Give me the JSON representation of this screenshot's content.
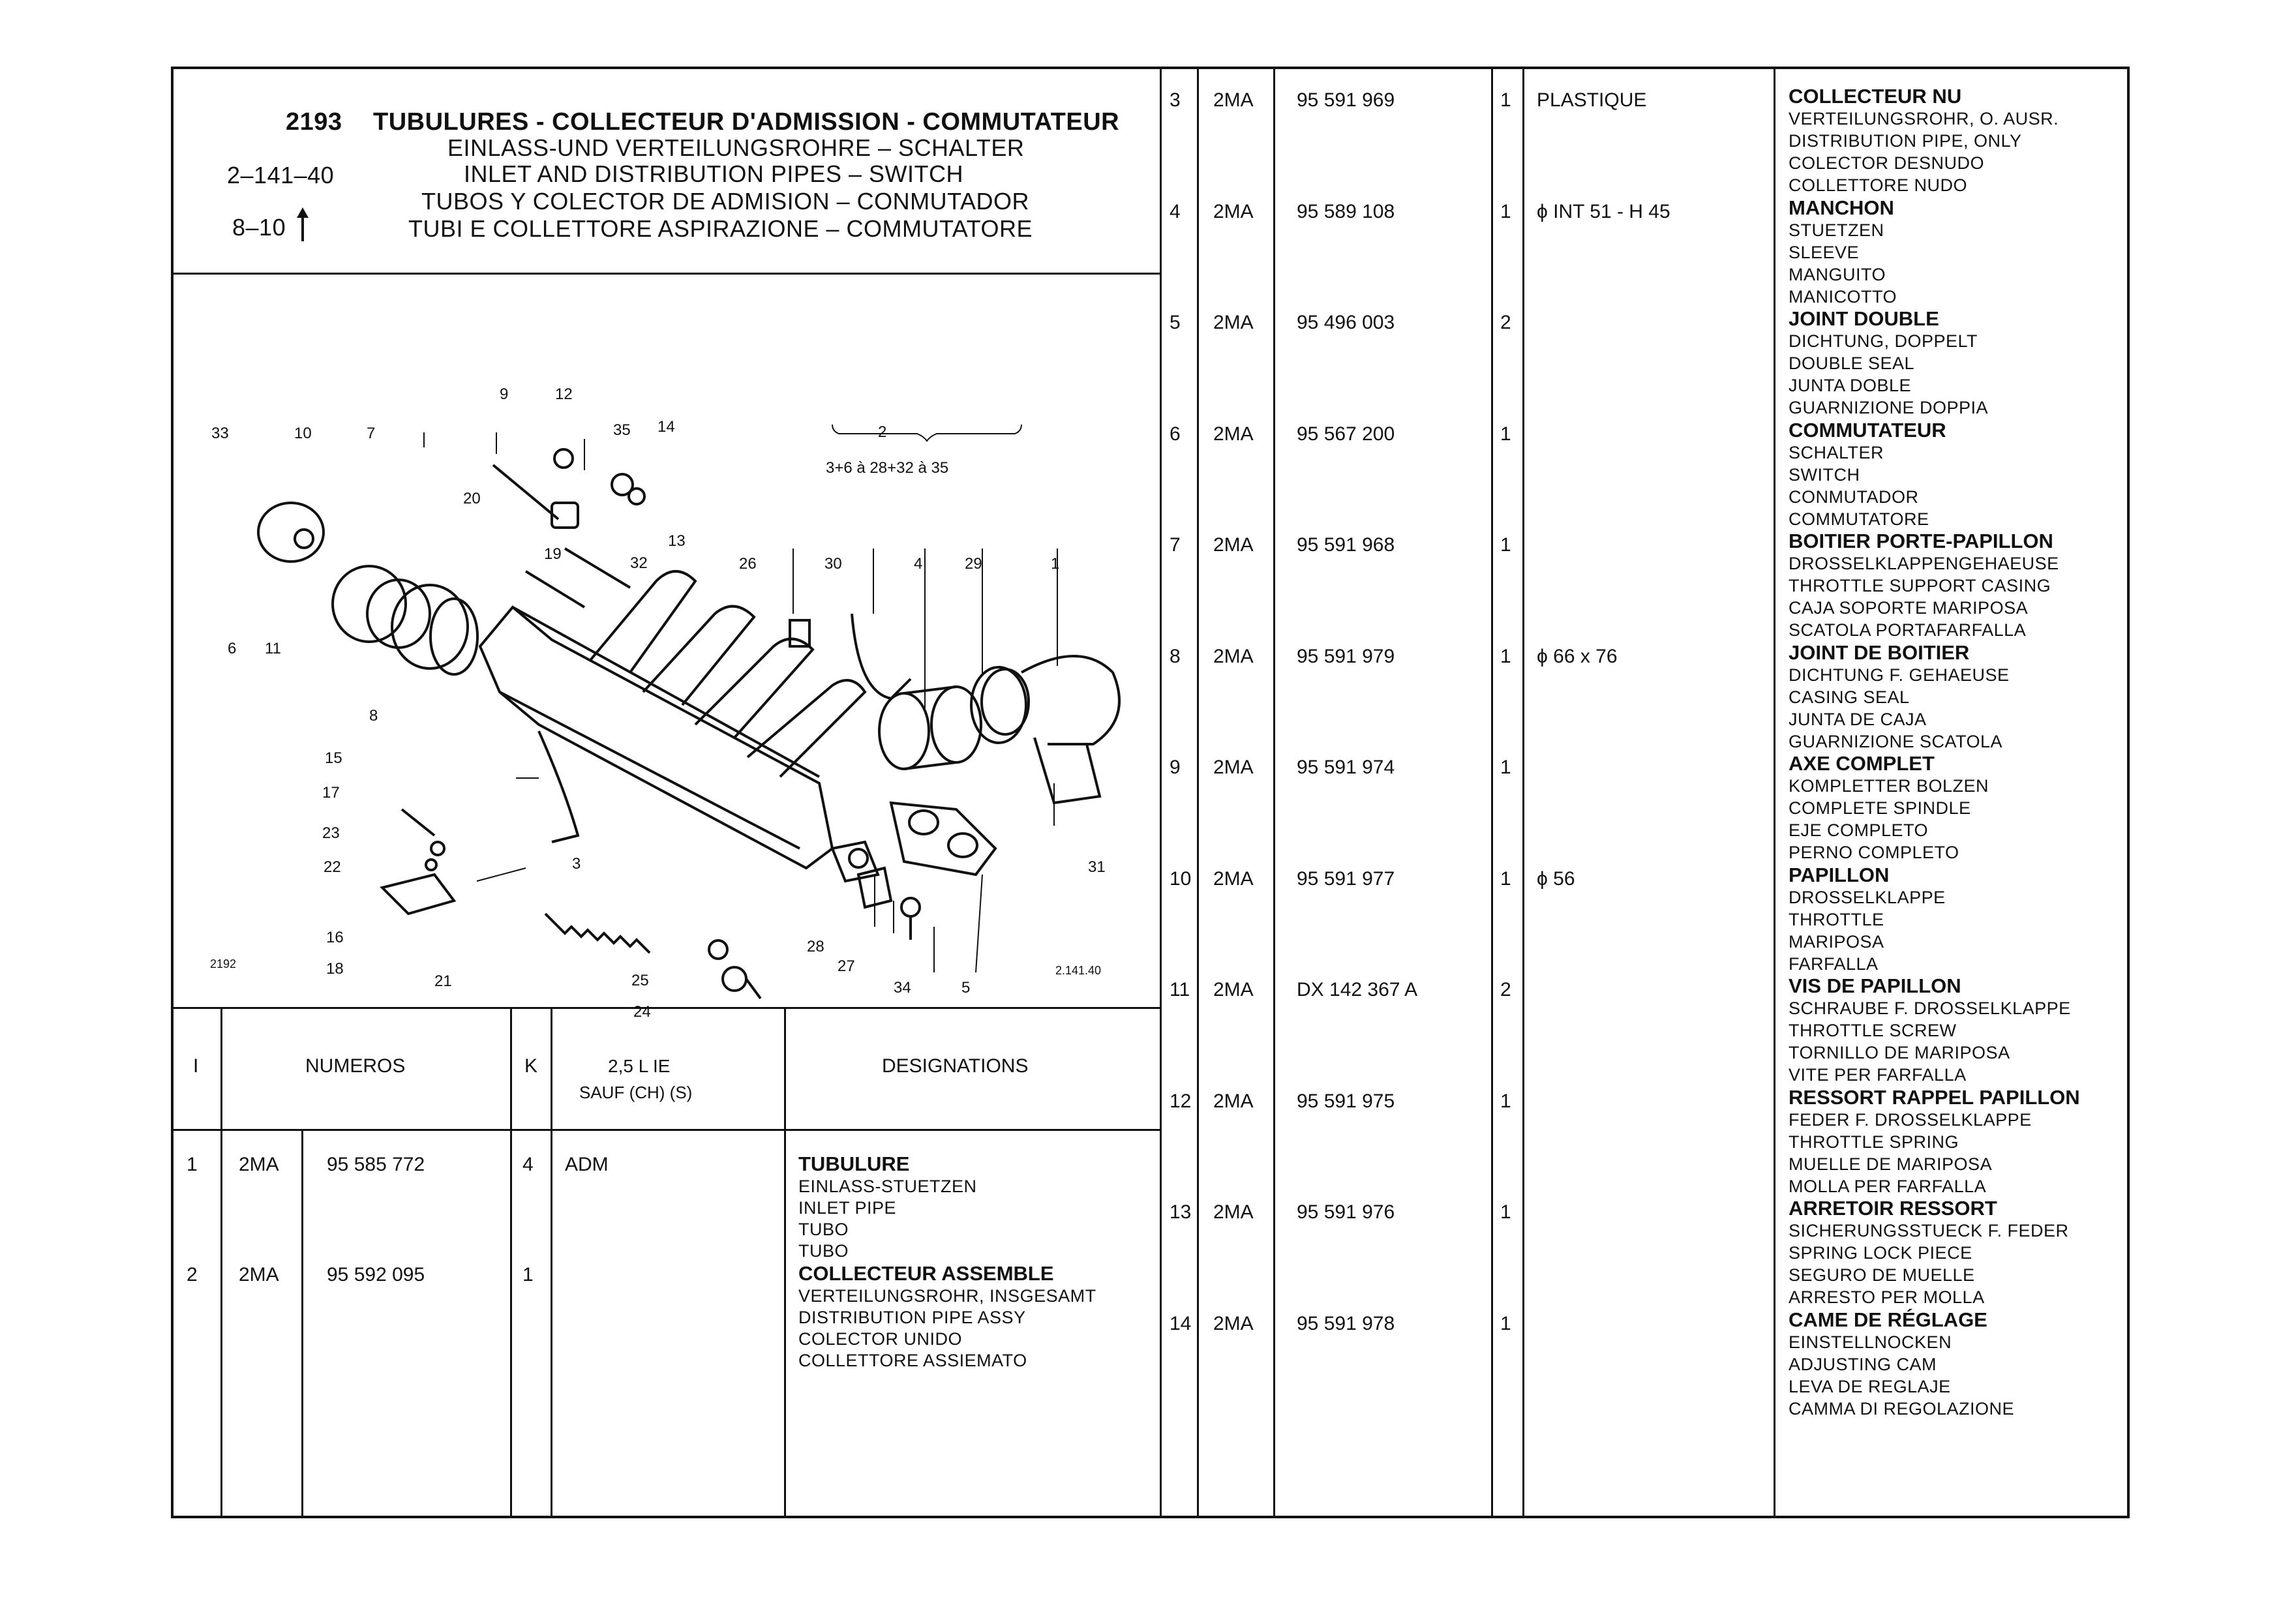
{
  "header": {
    "page_number": "2193",
    "ref_code": "2–141–40",
    "range_ref": "8–10",
    "range_arrow": "up-arrow",
    "titles": [
      "TUBULURES - COLLECTEUR D'ADMISSION - COMMUTATEUR",
      "EINLASS-UND VERTEILUNGSROHRE – SCHALTER",
      "INLET AND DISTRIBUTION PIPES – SWITCH",
      "TUBOS Y COLECTOR DE ADMISION – CONMUTADOR",
      "TUBI E COLLETTORE ASPIRAZIONE – COMMUTATORE"
    ]
  },
  "diagram": {
    "image_code": "2192",
    "drawing_ref": "2.141.40",
    "group_label": "2",
    "group_range": "3+6 à 28+32 à 35",
    "callouts": [
      "33",
      "10",
      "7",
      "9",
      "12",
      "35",
      "14",
      "2",
      "20",
      "13",
      "19",
      "32",
      "26",
      "30",
      "4",
      "29",
      "1",
      "6",
      "11",
      "8",
      "15",
      "17",
      "23",
      "22",
      "16",
      "18",
      "21",
      "3",
      "28",
      "27",
      "34",
      "5",
      "25",
      "24",
      "31"
    ]
  },
  "left_table": {
    "headers": {
      "item": "I",
      "numeros": "NUMEROS",
      "k": "K",
      "model_line1": "2,5 L IE",
      "model_line2": "SAUF (CH) (S)",
      "designations": "DESIGNATIONS"
    },
    "rows": [
      {
        "item": "1",
        "group": "2MA",
        "number": "95 585 772",
        "qty": "4",
        "note": "ADM",
        "designation": [
          "TUBULURE",
          "EINLASS-STUETZEN",
          "INLET PIPE",
          "TUBO",
          "TUBO"
        ]
      },
      {
        "item": "2",
        "group": "2MA",
        "number": "95 592 095",
        "qty": "1",
        "note": "",
        "designation": [
          "COLLECTEUR ASSEMBLE",
          "VERTEILUNGSROHR, INSGESAMT",
          "DISTRIBUTION PIPE ASSY",
          "COLECTOR UNIDO",
          "COLLETTORE ASSIEMATO"
        ]
      }
    ]
  },
  "right_table": {
    "rows": [
      {
        "item": "3",
        "group": "2MA",
        "number": "95 591 969",
        "qty": "1",
        "note": "PLASTIQUE",
        "designation": [
          "COLLECTEUR NU",
          "VERTEILUNGSROHR, O. AUSR.",
          "DISTRIBUTION PIPE, ONLY",
          "COLECTOR DESNUDO",
          "COLLETTORE NUDO"
        ]
      },
      {
        "item": "4",
        "group": "2MA",
        "number": "95 589 108",
        "qty": "1",
        "note": "ϕ INT 51 - H 45",
        "designation": [
          "MANCHON",
          "STUETZEN",
          "SLEEVE",
          "MANGUITO",
          "MANICOTTO"
        ]
      },
      {
        "item": "5",
        "group": "2MA",
        "number": "95 496 003",
        "qty": "2",
        "note": "",
        "designation": [
          "JOINT DOUBLE",
          "DICHTUNG, DOPPELT",
          "DOUBLE SEAL",
          "JUNTA DOBLE",
          "GUARNIZIONE DOPPIA"
        ]
      },
      {
        "item": "6",
        "group": "2MA",
        "number": "95 567 200",
        "qty": "1",
        "note": "",
        "designation": [
          "COMMUTATEUR",
          "SCHALTER",
          "SWITCH",
          "CONMUTADOR",
          "COMMUTATORE"
        ]
      },
      {
        "item": "7",
        "group": "2MA",
        "number": "95 591 968",
        "qty": "1",
        "note": "",
        "designation": [
          "BOITIER PORTE-PAPILLON",
          "DROSSELKLAPPENGEHAEUSE",
          "THROTTLE SUPPORT CASING",
          "CAJA SOPORTE MARIPOSA",
          "SCATOLA PORTAFARFALLA"
        ]
      },
      {
        "item": "8",
        "group": "2MA",
        "number": "95 591 979",
        "qty": "1",
        "note": "ϕ 66 x 76",
        "designation": [
          "JOINT DE BOITIER",
          "DICHTUNG F. GEHAEUSE",
          "CASING SEAL",
          "JUNTA DE CAJA",
          "GUARNIZIONE SCATOLA"
        ]
      },
      {
        "item": "9",
        "group": "2MA",
        "number": "95 591 974",
        "qty": "1",
        "note": "",
        "designation": [
          "AXE COMPLET",
          "KOMPLETTER BOLZEN",
          "COMPLETE SPINDLE",
          "EJE COMPLETO",
          "PERNO COMPLETO"
        ]
      },
      {
        "item": "10",
        "group": "2MA",
        "number": "95 591 977",
        "qty": "1",
        "note": "ϕ 56",
        "designation": [
          "PAPILLON",
          "DROSSELKLAPPE",
          "THROTTLE",
          "MARIPOSA",
          "FARFALLA"
        ]
      },
      {
        "item": "11",
        "group": "2MA",
        "number": "DX 142 367 A",
        "qty": "2",
        "note": "",
        "designation": [
          "VIS DE PAPILLON",
          "SCHRAUBE F. DROSSELKLAPPE",
          "THROTTLE SCREW",
          "TORNILLO DE MARIPOSA",
          "VITE PER FARFALLA"
        ]
      },
      {
        "item": "12",
        "group": "2MA",
        "number": "95 591 975",
        "qty": "1",
        "note": "",
        "designation": [
          "RESSORT RAPPEL PAPILLON",
          "FEDER F. DROSSELKLAPPE",
          "THROTTLE SPRING",
          "MUELLE DE MARIPOSA",
          "MOLLA PER FARFALLA"
        ]
      },
      {
        "item": "13",
        "group": "2MA",
        "number": "95 591 976",
        "qty": "1",
        "note": "",
        "designation": [
          "ARRETOIR RESSORT",
          "SICHERUNGSSTUECK F. FEDER",
          "SPRING LOCK PIECE",
          "SEGURO DE MUELLE",
          "ARRESTO PER MOLLA"
        ]
      },
      {
        "item": "14",
        "group": "2MA",
        "number": "95 591 978",
        "qty": "1",
        "note": "",
        "designation": [
          "CAME DE RÉGLAGE",
          "EINSTELLNOCKEN",
          "ADJUSTING CAM",
          "LEVA DE REGLAJE",
          "CAMMA DI REGOLAZIONE"
        ]
      }
    ]
  }
}
